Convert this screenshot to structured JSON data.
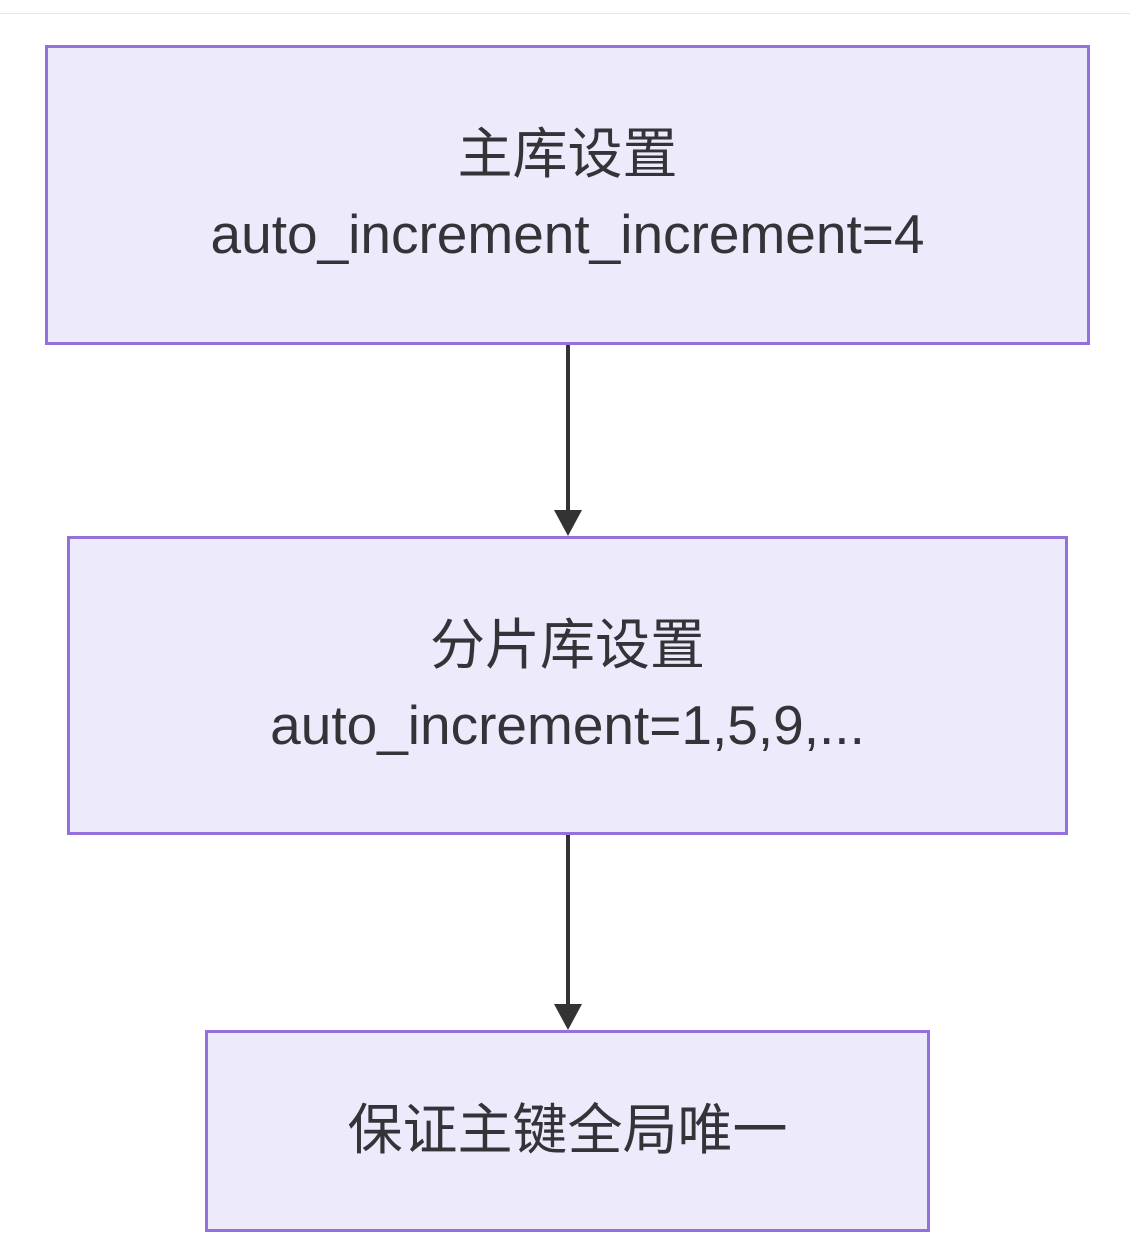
{
  "diagram": {
    "type": "flowchart",
    "direction": "top-to-bottom",
    "title": "",
    "theme": {
      "node_fill": "#ECEAFB",
      "node_border": "#9370DB",
      "node_text": "#333338",
      "edge_color": "#333333",
      "page_background": "#FFFFFF",
      "divider": "#E3E7EC"
    },
    "nodes": [
      {
        "id": "master",
        "label_cjk": "主库设置",
        "label_code": "auto_increment_increment=4"
      },
      {
        "id": "shard",
        "label_cjk": "分片库设置",
        "label_code": "auto_increment=1,5,9,..."
      },
      {
        "id": "unique",
        "label_cjk": "保证主键全局唯一",
        "label_code": ""
      }
    ],
    "edges": [
      {
        "id": "edge-master-shard",
        "from": "master",
        "to": "shard",
        "label": "",
        "arrow": "arrow-down-icon"
      },
      {
        "id": "edge-shard-unique",
        "from": "shard",
        "to": "unique",
        "label": "",
        "arrow": "arrow-down-icon"
      }
    ]
  }
}
